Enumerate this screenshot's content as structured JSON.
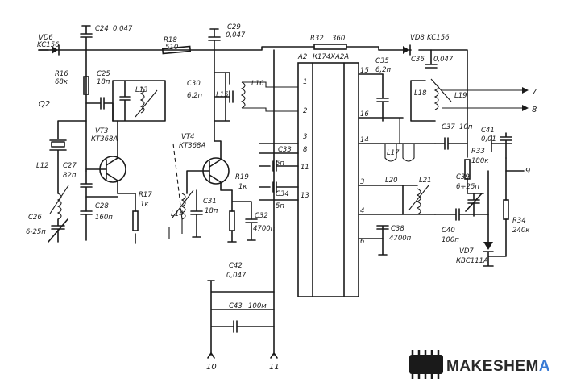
{
  "diagram": {
    "chip": {
      "name": "A2",
      "part": "К174ХА2А",
      "pins": [
        "1",
        "2",
        "3",
        "8",
        "11",
        "13",
        "15",
        "16",
        "14",
        "3",
        "4",
        "6"
      ]
    },
    "labels": {
      "VD6": "VD6",
      "KC156_left": "KC156",
      "C24": "C24",
      "C24v": "0,047",
      "R18": "R18",
      "R18v": "510",
      "C29": "C29",
      "C29v": "0,047",
      "R32": "R32",
      "R32v": "360",
      "VD8": "VD8",
      "KC156_right": "KC156",
      "R16": "R16",
      "R16v": "68к",
      "C25": "C25",
      "C25v": "18п",
      "L13": "L13",
      "C30": "C30",
      "C30v": "6,2п",
      "L15": "L15",
      "L16": "L16",
      "C35": "C35",
      "C35v": "6,2п",
      "C36": "C36",
      "C36v": "0,047",
      "L18": "L18",
      "L19": "L19",
      "Q2": "Q2",
      "VT3": "VT3",
      "VT3p": "КТ368А",
      "VT4": "VT4",
      "VT4p": "КТ368А",
      "L12": "L12",
      "C27": "C27",
      "C27v": "82п",
      "C26": "C26",
      "C26v": "6-25п",
      "C28": "C28",
      "C28v": "160п",
      "R17": "R17",
      "R17v": "1к",
      "L14": "L14",
      "C31": "C31",
      "C31v": "18п",
      "R19": "R19",
      "R19v": "1к",
      "C32": "C32",
      "C32v": "4700п",
      "C33": "C33",
      "C33v": "5п",
      "C34": "C34",
      "C34v": "5п",
      "L17": "L17",
      "C37": "C37",
      "C37v": "10п",
      "C41": "C41",
      "C41v": "0,01",
      "R33": "R33",
      "R33v": "180к",
      "C39": "C39",
      "C39v": "6÷25п",
      "L20": "L20",
      "L21": "L21",
      "C38": "C38",
      "C38v": "4700п",
      "C40": "C40",
      "C40v": "100п",
      "R34": "R34",
      "R34v": "240к",
      "VD7": "VD7",
      "VD7p": "КВС111А",
      "C42": "C42",
      "C42v": "0,047",
      "C43": "C43",
      "C43v": "100м",
      "out7": "7",
      "out8": "8",
      "out9": "9",
      "out10": "10",
      "out11": "11"
    }
  },
  "watermark": {
    "prefix": "MAKESHEM",
    "accent": "A"
  }
}
